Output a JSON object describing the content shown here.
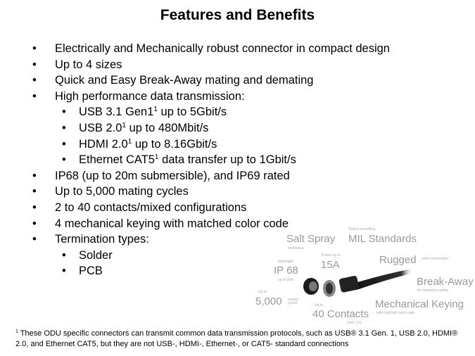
{
  "title": "Features and Benefits",
  "bullet": "•",
  "items": [
    {
      "level": 1,
      "text": "Electrically and Mechanically robust connector in compact design"
    },
    {
      "level": 1,
      "text": "Up to 4 sizes"
    },
    {
      "level": 1,
      "text": "Quick and Easy Break-Away mating and demating"
    },
    {
      "level": 1,
      "text": "High performance data transmission:"
    },
    {
      "level": 2,
      "text": "USB 3.1 Gen1",
      "sup": "1",
      "after": " up to 5Gbit/s"
    },
    {
      "level": 2,
      "text": "USB 2.0",
      "sup": "1",
      "after": " up to 480Mbit/s"
    },
    {
      "level": 2,
      "text": "HDMI 2.0",
      "sup": "1",
      "after": " up to 8.16Gbit/s"
    },
    {
      "level": 2,
      "text": "Ethernet CAT5",
      "sup": "1",
      "after": " data transfer up to 1Gbit/s"
    },
    {
      "level": 1,
      "text": "IP68 (up to 20m submersible), and IP69 rated"
    },
    {
      "level": 1,
      "text": "Up to 5,000 mating cycles"
    },
    {
      "level": 1,
      "text": "2 to 40 contacts/mixed configurations"
    },
    {
      "level": 1,
      "text": "4 mechanical keying with matched color code"
    },
    {
      "level": 1,
      "text": "Termination types:"
    },
    {
      "level": 2,
      "text": "Solder"
    },
    {
      "level": 2,
      "text": "PCB"
    }
  ],
  "image": {
    "salt_spray": "Salt Spray",
    "salt_spray_sub": "resistance",
    "mil_pre": "Tested according",
    "mil": "MIL Standards",
    "power_pre": "Power up to",
    "power": "15A",
    "rugged": "Rugged",
    "rugged_sub": "solid construction",
    "ip_pre": "watertight",
    "ip": "IP 68",
    "ip_sub": "up to 20m",
    "breakaway": "Break-Away",
    "breakaway_sub": "for maximum safety",
    "cycles_pre": "Up to",
    "cycles": "5,000",
    "cycles_sub": "mating cycles",
    "contacts_pre": "Up to",
    "contacts": "40 Contacts",
    "contacts_sub": "(size 1.5)",
    "keying": "Mechanical Keying",
    "keying_sub": "with matched color code"
  },
  "footnote": {
    "sup": "1",
    "text": " These ODU specific connectors can transmit common data transmission protocols, such as USB® 3.1 Gen. 1, USB 2.0, HDMI® 2.0, and Ethernet CAT5,  but they are not USB-, HDMI-, Ethernet-, or CAT5- standard connections"
  }
}
